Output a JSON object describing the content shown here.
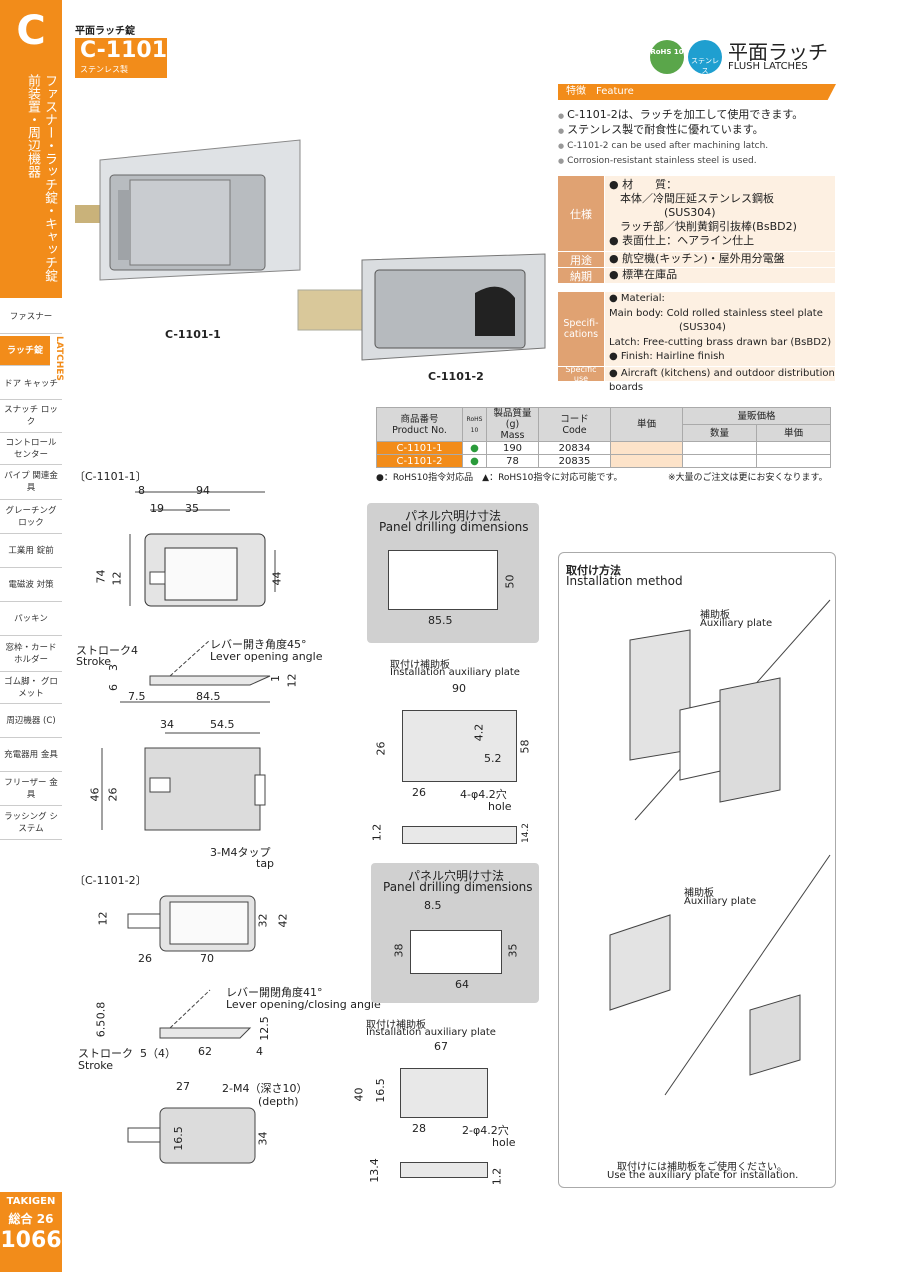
{
  "sidebar": {
    "letter": "C",
    "vertical_title": "ファスナー・ラッチ錠・キャッチ錠前装置・周辺機器",
    "items": [
      {
        "label": "ファスナー",
        "active": false
      },
      {
        "label": "ラッチ錠",
        "active": true
      },
      {
        "label": "ドア キャッチ",
        "active": false
      },
      {
        "label": "スナッチ ロック",
        "active": false
      },
      {
        "label": "コントロール センター",
        "active": false
      },
      {
        "label": "パイプ 関連金具",
        "active": false
      },
      {
        "label": "グレーチング ロック",
        "active": false
      },
      {
        "label": "工業用 錠前",
        "active": false
      },
      {
        "label": "電磁波 対策",
        "active": false
      },
      {
        "label": "パッキン",
        "active": false
      },
      {
        "label": "窓枠・カード ホルダー",
        "active": false
      },
      {
        "label": "ゴム脚・ グロメット",
        "active": false
      },
      {
        "label": "周辺機器 (C)",
        "active": false
      },
      {
        "label": "充電器用 金具",
        "active": false
      },
      {
        "label": "フリーザー 金具",
        "active": false
      },
      {
        "label": "ラッシング システム",
        "active": false
      }
    ],
    "latches_tab": "LATCHES",
    "brand": "TAKIGEN",
    "catalog": "総合 26",
    "page_number": "1066"
  },
  "header": {
    "category": "平面ラッチ錠",
    "model": "C-1101",
    "material_note": "ステンレス製",
    "rohs_badge": "RoHS 10",
    "steel_badge": "ステンレス",
    "product_jp": "平面ラッチ",
    "product_en": "FLUSH  LATCHES"
  },
  "feature": {
    "title": "特徴　Feature",
    "jp": [
      "C-1101-2は、ラッチを加工して使用できます。",
      "ステンレス製で耐食性に優れています。"
    ],
    "en": [
      "C-1101-2 can be used after machining latch.",
      "Corrosion-resistant stainless steel is used."
    ]
  },
  "spec_jp": {
    "label_spec": "仕様",
    "label_use": "用途",
    "label_delivery": "納期",
    "spec_lines": [
      "● 材　　質：",
      "　本体／冷間圧延ステンレス鋼板",
      "　　　　　(SUS304)",
      "　ラッチ部／快削黄銅引抜棒(BsBD2)",
      "● 表面仕上：ヘアライン仕上"
    ],
    "use": "● 航空機(キッチン)・屋外用分電盤",
    "delivery": "● 標準在庫品"
  },
  "spec_en": {
    "label_spec": "Specifi- cations",
    "label_use": "Specific use",
    "spec_lines": [
      "● Material:",
      "Main body: Cold rolled stainless steel plate",
      "(SUS304)",
      "Latch: Free-cutting brass drawn bar (BsBD2)",
      "● Finish: Hairline finish"
    ],
    "use": "● Aircraft (kitchens) and outdoor distribution boards"
  },
  "product_table": {
    "headers": {
      "product_no_jp": "商品番号",
      "product_no_en": "Product No.",
      "rohs": "RoHS 10",
      "mass_jp": "製品質量(g)",
      "mass_en": "Mass",
      "code_jp": "コード",
      "code_en": "Code",
      "price": "単価",
      "bulk": "量販価格",
      "qty": "数量",
      "unit_price": "単価"
    },
    "rows": [
      {
        "product_no": "C-1101-1",
        "rohs": "●",
        "mass": "190",
        "code": "20834"
      },
      {
        "product_no": "C-1101-2",
        "rohs": "●",
        "mass": "78",
        "code": "20835"
      }
    ],
    "note_left": "●：RoHS10指令対応品　▲：RoHS10指令に対応可能です。",
    "note_right": "※大量のご注文は更にお安くなります。"
  },
  "photo_labels": {
    "p1": "C-1101-1",
    "p2": "C-1101-2"
  },
  "drawing1": {
    "title": "〔C-1101-1〕",
    "dims": [
      "8",
      "94",
      "19",
      "35",
      "74",
      "12",
      "44",
      "3",
      "6",
      "7.5",
      "84.5",
      "1",
      "12",
      "34",
      "54.5",
      "46",
      "26"
    ],
    "stroke_jp": "ストローク4",
    "stroke_en": "Stroke",
    "lever_jp": "レバー開き角度45°",
    "lever_en": "Lever opening angle",
    "tap_jp": "3-M4タップ",
    "tap_en": "tap"
  },
  "drawing2": {
    "title": "〔C-1101-2〕",
    "dims": [
      "12",
      "32",
      "42",
      "26",
      "70",
      "0.8",
      "6.5",
      "12.5",
      "62",
      "4",
      "27",
      "16.5",
      "34"
    ],
    "stroke_jp": "ストローク",
    "stroke_val": "5（4）",
    "stroke_en": "Stroke",
    "lever_jp": "レバー開閉角度41°",
    "lever_en": "Lever opening/closing angle",
    "tap_jp": "2-M4（深さ10）",
    "tap_en": "(depth)"
  },
  "panel1": {
    "title_jp": "パネル穴明け寸法",
    "title_en": "Panel drilling dimensions",
    "w": "85.5",
    "h": "50"
  },
  "aux1": {
    "title_jp": "取付け補助板",
    "title_en": "Installation auxiliary plate",
    "dims": [
      "90",
      "26",
      "4.2",
      "58",
      "5.2",
      "26"
    ],
    "hole_jp": "4-φ4.2穴",
    "hole_en": "hole",
    "t1": "1.2",
    "t2": "14.2"
  },
  "panel2": {
    "title_jp": "パネル穴明け寸法",
    "title_en": "Panel drilling dimensions",
    "dims": [
      "8.5",
      "38",
      "35",
      "64"
    ]
  },
  "aux2": {
    "title_jp": "取付け補助板",
    "title_en": "Installation auxiliary plate",
    "dims": [
      "67",
      "40",
      "16.5",
      "28"
    ],
    "hole_jp": "2-φ4.2穴",
    "hole_en": "hole",
    "t1": "13.4",
    "t2": "1.2"
  },
  "install": {
    "title_jp": "取付け方法",
    "title_en": "Installation method",
    "aux_jp": "補助板",
    "aux_en": "Auxiliary plate",
    "note_jp": "取付けには補助板をご使用ください。",
    "note_en": "Use the auxiliary plate for installation."
  },
  "colors": {
    "accent": "#f28c1a",
    "rohs": "#5aa64a",
    "steel": "#1f9fd0",
    "table_head": "#d8d8d8"
  }
}
